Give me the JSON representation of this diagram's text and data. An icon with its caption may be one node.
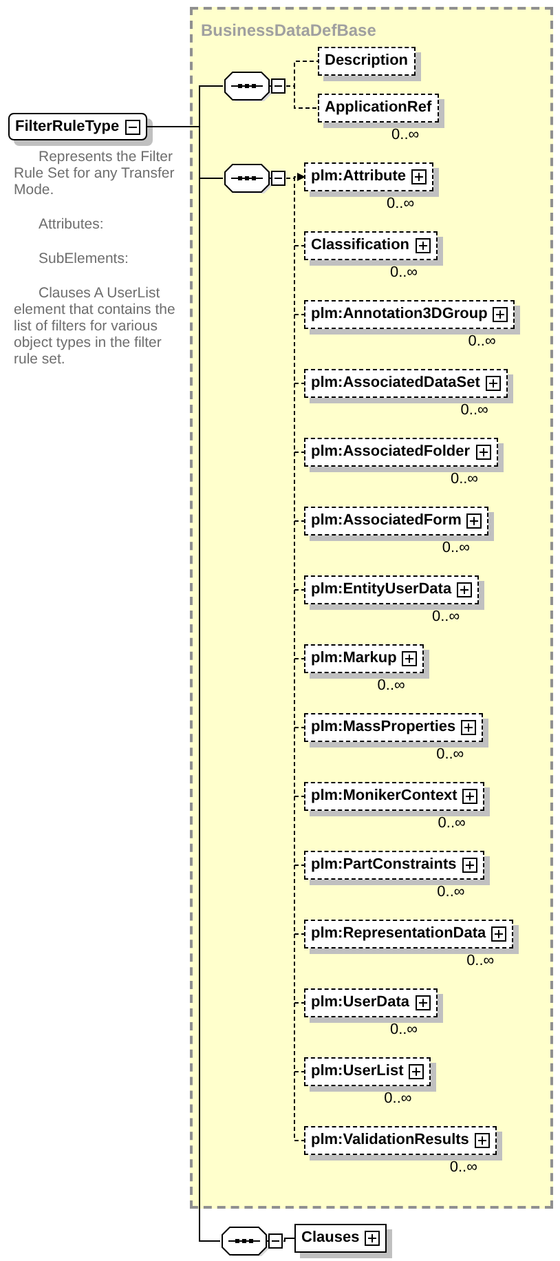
{
  "diagram": {
    "nodes": [
      {
        "text": [
          "FilterRuleType"
        ],
        "beside": [
          "Represents the Filter Rule Set for any Transfer Mode.",
          "Attributes:",
          "SubElements:",
          "Clauses A UserList element that contains the list of filters for various object types in the filter rule set."
        ]
      },
      {
        "text": [
          "BusinessDataDefBase"
        ]
      },
      {
        "text": [],
        "shape": "octagon",
        "in": 1
      },
      {
        "text": [
          "Description"
        ],
        "in": 1
      },
      {
        "text": [
          "ApplicationRef"
        ],
        "in": 1,
        "beside": [
          "0..∞"
        ]
      },
      {
        "text": [],
        "shape": "octagon",
        "in": 1
      },
      {
        "text": [
          "plm:Attribute"
        ],
        "in": 1,
        "beside": [
          "0..∞"
        ]
      },
      {
        "text": [
          "Classification"
        ],
        "in": 1,
        "beside": [
          "0..∞"
        ]
      },
      {
        "text": [
          "plm:Annotation3DGroup"
        ],
        "in": 1,
        "beside": [
          "0..∞"
        ]
      },
      {
        "text": [
          "plm:AssociatedDataSet"
        ],
        "in": 1,
        "beside": [
          "0..∞"
        ]
      },
      {
        "text": [
          "plm:AssociatedFolder"
        ],
        "in": 1,
        "beside": [
          "0..∞"
        ]
      },
      {
        "text": [
          "plm:AssociatedForm"
        ],
        "in": 1,
        "beside": [
          "0..∞"
        ]
      },
      {
        "text": [
          "plm:EntityUserData"
        ],
        "in": 1,
        "beside": [
          "0..∞"
        ]
      },
      {
        "text": [
          "plm:Markup"
        ],
        "in": 1,
        "beside": [
          "0..∞"
        ]
      },
      {
        "text": [
          "plm:MassProperties"
        ],
        "in": 1,
        "beside": [
          "0..∞"
        ]
      },
      {
        "text": [
          "plm:MonikerContext"
        ],
        "in": 1,
        "beside": [
          "0..∞"
        ]
      },
      {
        "text": [
          "plm:PartConstraints"
        ],
        "in": 1,
        "beside": [
          "0..∞"
        ]
      },
      {
        "text": [
          "plm:RepresentationData"
        ],
        "in": 1,
        "beside": [
          "0..∞"
        ]
      },
      {
        "text": [
          "plm:UserData"
        ],
        "in": 1,
        "beside": [
          "0..∞"
        ]
      },
      {
        "text": [
          "plm:UserList"
        ],
        "in": 1,
        "beside": [
          "0..∞"
        ]
      },
      {
        "text": [
          "plm:ValidationResults"
        ],
        "in": 1,
        "beside": [
          "0..∞"
        ]
      },
      {
        "text": [],
        "shape": "octagon"
      },
      {
        "text": [
          "Clauses"
        ]
      }
    ],
    "edges": [
      {
        "from": 0,
        "to": 2,
        "arrow": "none"
      },
      {
        "from": 0,
        "to": 5,
        "arrow": "none"
      },
      {
        "from": 0,
        "to": 21,
        "arrow": "none"
      },
      {
        "from": 2,
        "to": 3,
        "arrow": "none",
        "style": "dashed"
      },
      {
        "from": 2,
        "to": 4,
        "arrow": "none",
        "style": "dashed"
      },
      {
        "from": 5,
        "to": 6,
        "arrow": "to",
        "style": "dashed"
      },
      {
        "from": 5,
        "to": 7,
        "arrow": "none",
        "style": "dashed"
      },
      {
        "from": 5,
        "to": 8,
        "arrow": "none",
        "style": "dashed"
      },
      {
        "from": 5,
        "to": 9,
        "arrow": "none",
        "style": "dashed"
      },
      {
        "from": 5,
        "to": 10,
        "arrow": "none",
        "style": "dashed"
      },
      {
        "from": 5,
        "to": 11,
        "arrow": "none",
        "style": "dashed"
      },
      {
        "from": 5,
        "to": 12,
        "arrow": "none",
        "style": "dashed"
      },
      {
        "from": 5,
        "to": 13,
        "arrow": "none",
        "style": "dashed"
      },
      {
        "from": 5,
        "to": 14,
        "arrow": "none",
        "style": "dashed"
      },
      {
        "from": 5,
        "to": 15,
        "arrow": "none",
        "style": "dashed"
      },
      {
        "from": 5,
        "to": 16,
        "arrow": "none",
        "style": "dashed"
      },
      {
        "from": 5,
        "to": 17,
        "arrow": "none",
        "style": "dashed"
      },
      {
        "from": 5,
        "to": 18,
        "arrow": "none",
        "style": "dashed"
      },
      {
        "from": 5,
        "to": 19,
        "arrow": "none",
        "style": "dashed"
      },
      {
        "from": 5,
        "to": 20,
        "arrow": "none",
        "style": "dashed"
      },
      {
        "from": 21,
        "to": 22,
        "arrow": "none"
      }
    ]
  }
}
